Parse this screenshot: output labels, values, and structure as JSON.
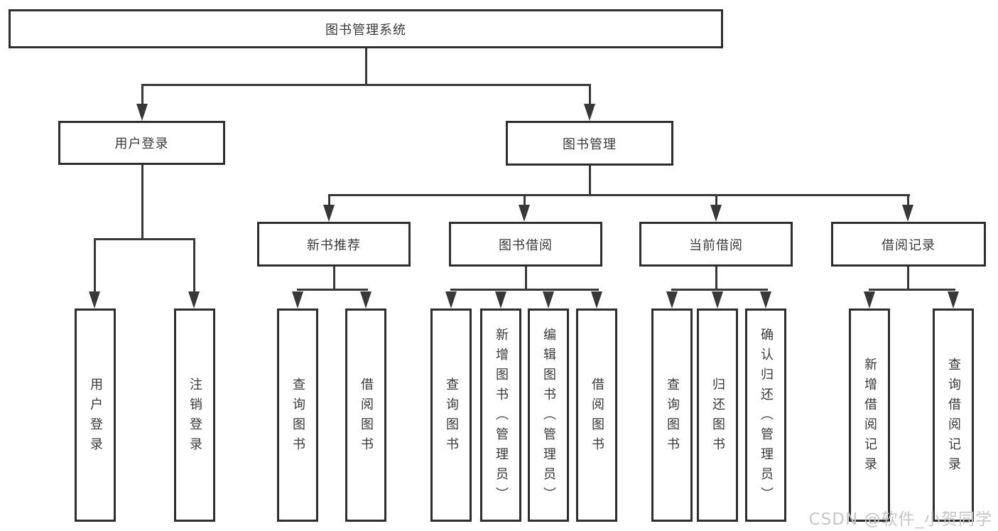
{
  "diagram": {
    "root": {
      "label": "图书管理系统"
    },
    "branches": [
      {
        "label": "用户登录",
        "children": [
          {
            "label": "用户登录"
          },
          {
            "label": "注销登录"
          }
        ]
      },
      {
        "label": "图书管理",
        "groups": [
          {
            "label": "新书推荐",
            "children": [
              {
                "label": "查询图书"
              },
              {
                "label": "借阅图书"
              }
            ]
          },
          {
            "label": "图书借阅",
            "children": [
              {
                "label": "查询图书"
              },
              {
                "label": "新增图书（管理员）"
              },
              {
                "label": "编辑图书（管理员）"
              },
              {
                "label": "借阅图书"
              }
            ]
          },
          {
            "label": "当前借阅",
            "children": [
              {
                "label": "查询图书"
              },
              {
                "label": "归还图书"
              },
              {
                "label": "确认归还（管理员）"
              }
            ]
          },
          {
            "label": "借阅记录",
            "children": [
              {
                "label": "新增借阅记录"
              },
              {
                "label": "查询借阅记录"
              }
            ]
          }
        ]
      }
    ],
    "watermark": "CSDN @软件_小贺同学",
    "colors": {
      "line": "#383838",
      "border": "#2e2e2e",
      "text": "#3a3a3a",
      "watermark": "#c6c6c6",
      "background": "#ffffff"
    }
  }
}
